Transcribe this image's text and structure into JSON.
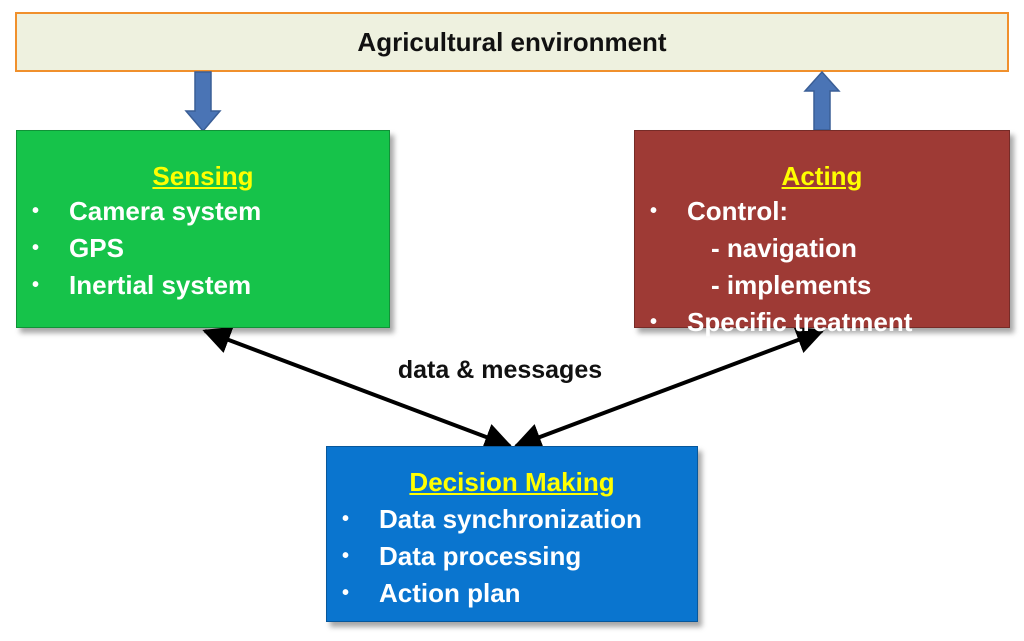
{
  "environment": {
    "label": "Agricultural environment"
  },
  "sensing": {
    "title": "Sensing",
    "items": [
      "Camera system",
      "GPS",
      "Inertial system"
    ]
  },
  "acting": {
    "title": "Acting",
    "items": [
      "Control:",
      "- navigation",
      "- implements",
      "Specific treatment"
    ]
  },
  "decision": {
    "title": "Decision Making",
    "items": [
      "Data synchronization",
      "Data processing",
      "Action plan"
    ]
  },
  "connector": {
    "label": "data & messages"
  },
  "colors": {
    "environment_fill": "#eef1df",
    "environment_border": "#f0902c",
    "sensing": "#16c34a",
    "acting": "#9e3a35",
    "decision": "#0a75cf",
    "title_text": "#ffff00",
    "flow_arrow": "#4a74b5"
  }
}
